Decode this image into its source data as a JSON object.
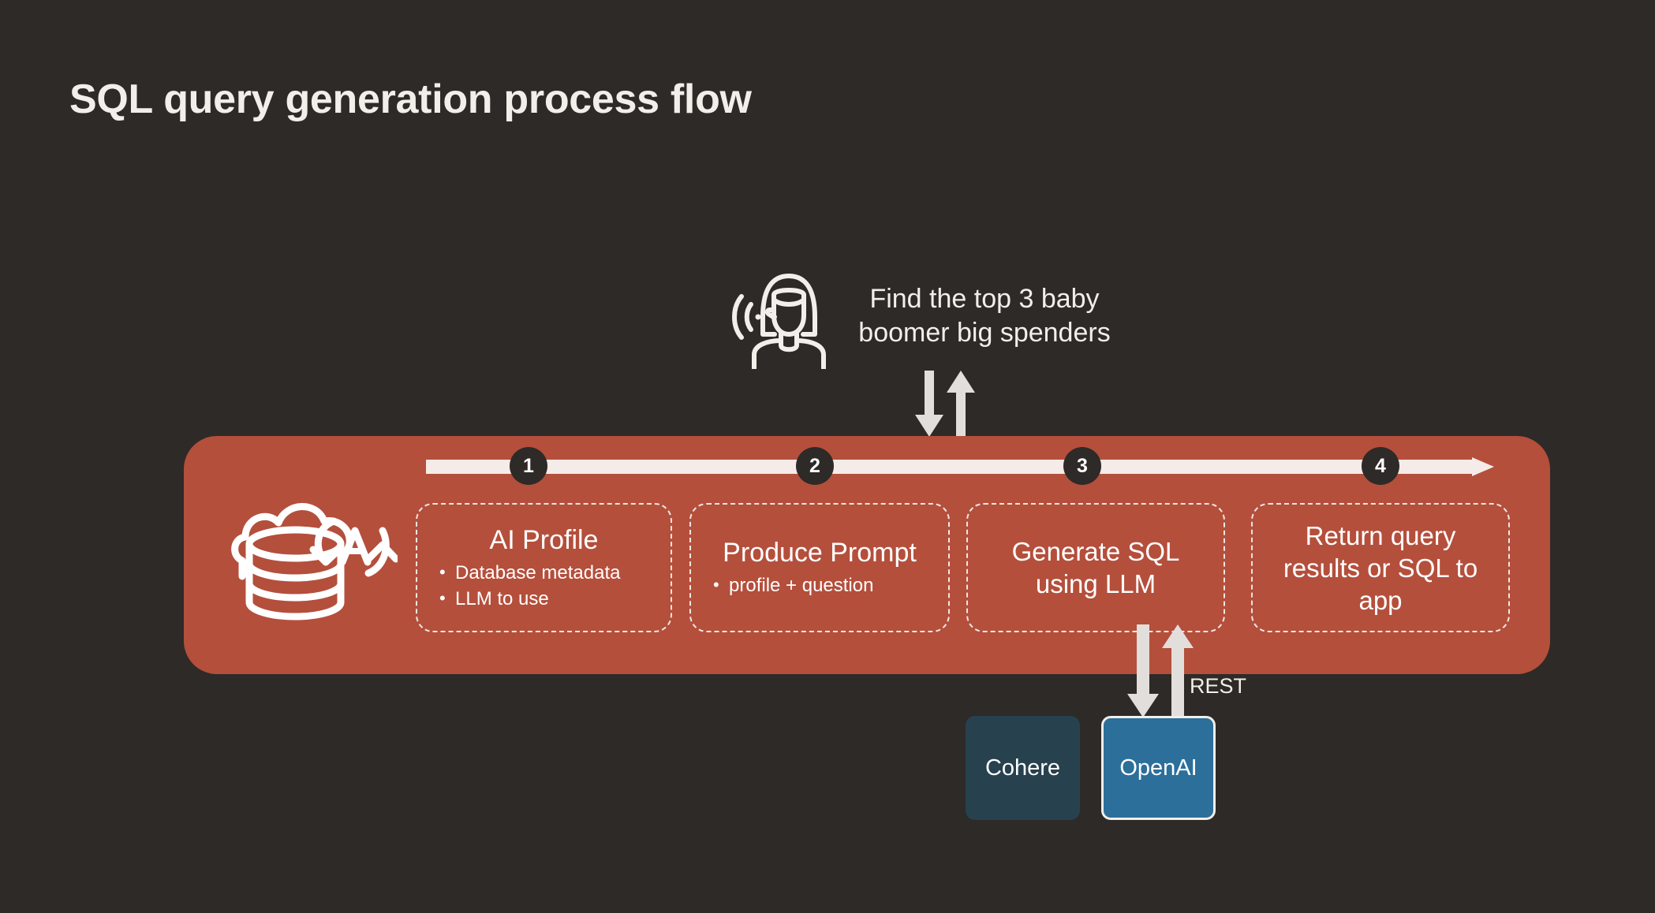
{
  "page": {
    "title": "SQL query generation process flow",
    "background_color": "#2E2A27",
    "platform_color": "#B44F3C",
    "text_color": "#F2EEEA"
  },
  "persona": {
    "icon": "person-with-headset-icon",
    "question": "Find the top 3 baby boomer big spenders"
  },
  "flow": {
    "track_icon": "right-arrow-track",
    "database_icon": "autonomous-database-ai-icon",
    "steps": [
      {
        "number": "1",
        "title": "AI Profile",
        "bullets": [
          "Database metadata",
          "LLM to use"
        ]
      },
      {
        "number": "2",
        "title": "Produce Prompt",
        "bullets": [
          "profile + question"
        ]
      },
      {
        "number": "3",
        "title": "Generate SQL using LLM",
        "bullets": []
      },
      {
        "number": "4",
        "title": "Return query results or SQL to app",
        "bullets": []
      }
    ]
  },
  "integration": {
    "protocol_label": "REST",
    "providers": [
      {
        "name": "Cohere",
        "color": "#27414F",
        "selected": false
      },
      {
        "name": "OpenAI",
        "color": "#2C6F9B",
        "selected": true
      }
    ]
  }
}
